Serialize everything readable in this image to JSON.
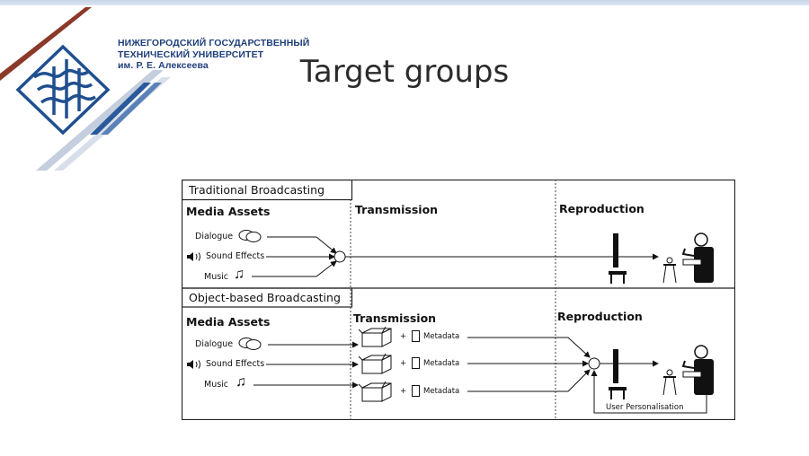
{
  "slide": {
    "university": {
      "line1": "НИЖЕГОРОДСКИЙ ГОСУДАРСТВЕННЫЙ",
      "line2": "ТЕХНИЧЕСКИЙ УНИВЕРСИТЕТ",
      "line3": "им. Р. Е. Алексеева"
    },
    "title": "Target groups"
  },
  "diagram": {
    "traditional": {
      "section_label": "Traditional Broadcasting",
      "media_assets": "Media Assets",
      "transmission": "Transmission",
      "reproduction": "Reproduction",
      "sources": [
        "Dialogue",
        "Sound Effects",
        "Music"
      ]
    },
    "object_based": {
      "section_label": "Object-based Broadcasting",
      "media_assets": "Media Assets",
      "transmission": "Transmission",
      "reproduction": "Reproduction",
      "sources": [
        "Dialogue",
        "Sound Effects",
        "Music"
      ],
      "metadata_label": "Metadata",
      "plus": "+",
      "user_personalisation": "User Personalisation"
    },
    "mixer_symbol": "+",
    "icons": {
      "dialogue": "speech-bubbles-icon",
      "sound_effects": "speaker-icon",
      "music": "music-note-icon",
      "package": "box-icon",
      "metadata": "document-icon",
      "tv": "tv-icon",
      "viewer": "viewer-in-armchair-icon"
    }
  }
}
